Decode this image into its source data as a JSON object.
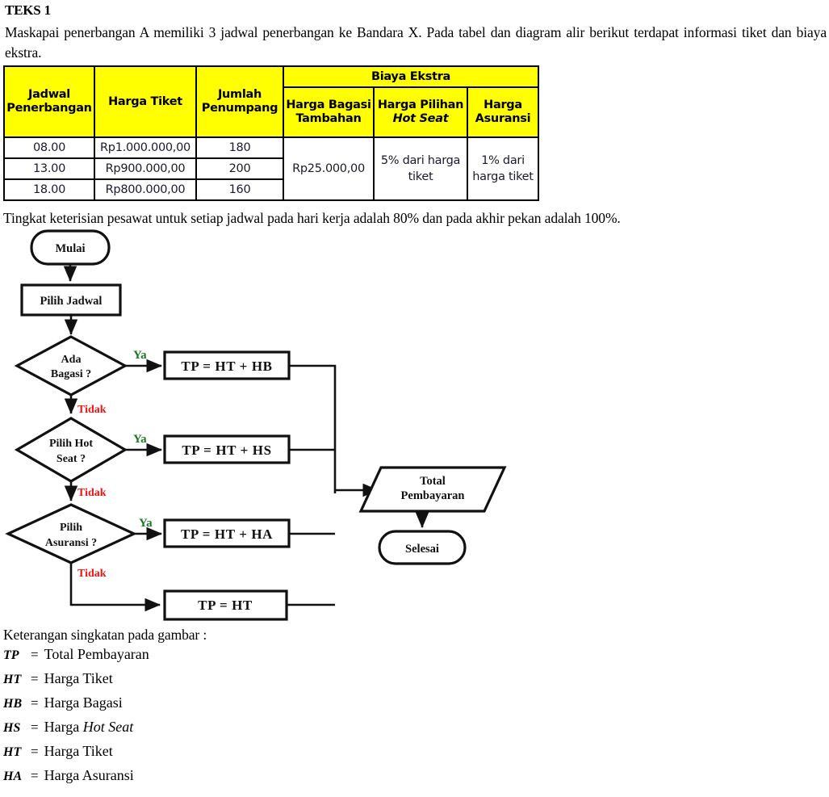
{
  "document": {
    "heading": "TEKS 1",
    "intro_paragraph": "Maskapai penerbangan A memiliki 3 jadwal penerbangan ke Bandara X. Pada tabel dan diagram alir berikut terdapat informasi tiket dan biaya ekstra.",
    "note": "Tingkat keterisian pesawat untuk setiap jadwal pada hari kerja adalah 80% dan pada akhir pekan adalah 100%."
  },
  "table": {
    "header_group": "Biaya Ekstra",
    "columns": [
      "Jadwal Penerbangan",
      "Harga Tiket",
      "Jumlah Penumpang",
      "Harga Bagasi Tambahan",
      "Harga Pilihan Hot Seat",
      "Harga Asuransi"
    ],
    "columns_split": {
      "jadwal_l1": "Jadwal",
      "jadwal_l2": "Penerbangan",
      "harga_tiket": "Harga Tiket",
      "jumlah_l1": "Jumlah",
      "jumlah_l2": "Penumpang",
      "bagasi_l1": "Harga Bagasi",
      "bagasi_l2": "Tambahan",
      "hotseat_l1": "Harga Pilihan",
      "hotseat_l2": "Hot Seat",
      "asuransi_l1": "Harga",
      "asuransi_l2": "Asuransi"
    },
    "rows": [
      {
        "jadwal": "08.00",
        "harga_tiket": "Rp1.000.000,00",
        "penumpang": "180"
      },
      {
        "jadwal": "13.00",
        "harga_tiket": "Rp900.000,00",
        "penumpang": "200"
      },
      {
        "jadwal": "18.00",
        "harga_tiket": "Rp800.000,00",
        "penumpang": "160"
      }
    ],
    "merged_cells": {
      "bagasi": "Rp25.000,00",
      "hotseat_l1": "5% dari harga",
      "hotseat_l2": "tiket",
      "asuransi_l1": "1% dari",
      "asuransi_l2": "harga tiket"
    },
    "header_bg": "#ffff00",
    "border_color": "#000000"
  },
  "flowchart": {
    "start": "Mulai",
    "step_pilih_jadwal": "Pilih Jadwal",
    "decision_bagasi_l1": "Ada",
    "decision_bagasi_l2": "Bagasi ?",
    "decision_hotseat_l1": "Pilih Hot",
    "decision_hotseat_l2": "Seat ?",
    "decision_asuransi_l1": "Pilih",
    "decision_asuransi_l2": "Asuransi ?",
    "process_bagasi": "TP = HT + HB",
    "process_hotseat": "TP = HT + HS",
    "process_asuransi": "TP = HT + HA",
    "process_plain": "TP = HT",
    "output_l1": "Total",
    "output_l2": "Pembayaran",
    "end": "Selesai",
    "yes_label_1": "Ya",
    "yes_label_2": "Ya",
    "yes_label_3": "Ya",
    "no_label_1": "Tidak",
    "no_label_2": "Tidak",
    "no_label_3": "Tidak",
    "yes_color": "#1c7a26",
    "no_color": "#f01414"
  },
  "legend": {
    "title": "Keterangan singkatan pada gambar :",
    "equals": "=",
    "items": [
      {
        "abbr": "TP",
        "meaning": "Total Pembayaran",
        "italic_part": ""
      },
      {
        "abbr": "HT",
        "meaning": "Harga Tiket",
        "italic_part": ""
      },
      {
        "abbr": "HB",
        "meaning": "Harga Bagasi",
        "italic_part": ""
      },
      {
        "abbr": "HS",
        "meaning": "Harga ",
        "italic_part": "Hot Seat"
      },
      {
        "abbr": "HT",
        "meaning": "Harga Tiket",
        "italic_part": ""
      },
      {
        "abbr": "HA",
        "meaning": "Harga Asuransi",
        "italic_part": ""
      }
    ]
  }
}
